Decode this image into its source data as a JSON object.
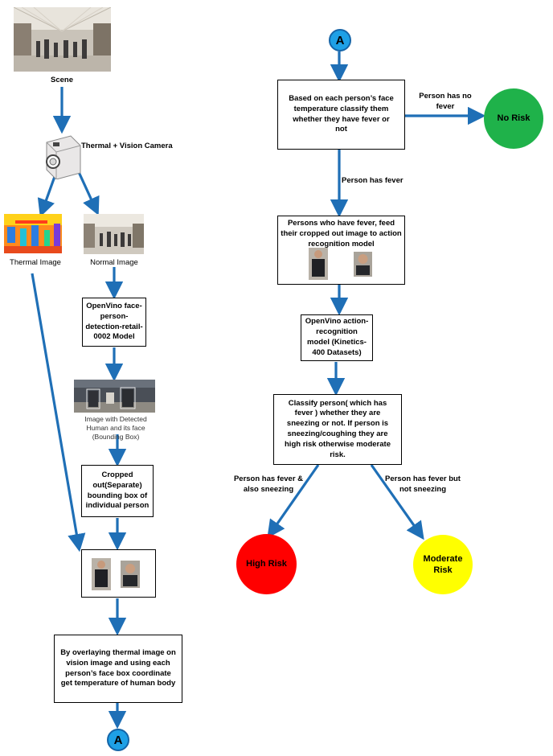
{
  "images": {
    "scene_label": "Scene",
    "camera_label": "Thermal + Vision Camera",
    "thermal_label": "Thermal Image",
    "normal_label": "Normal Image",
    "detected_caption": "Image with Detected Human and its face (Bounding Box)"
  },
  "left_flow": {
    "face_model": "OpenVino face-person-detection-retail-0002 Model",
    "crop_box": "Cropped out(Separate) bounding box of individual person",
    "overlay_box": "By overlaying thermal image on vision image and using  each person’s face box  coordinate get temperature of human body",
    "connector": "A"
  },
  "right_flow": {
    "connector": "A",
    "classify_fever": "Based on each person’s face temperature classify them whether they have fever or not",
    "no_fever_label": "Person has no fever",
    "no_risk": "No Risk",
    "has_fever_label": "Person has fever",
    "feed_action": "Persons who have fever, feed their cropped out image to action recognition model",
    "action_model": "OpenVino action-recognition model (Kinetics-400 Datasets)",
    "classify_sneeze": "Classify person( which has fever ) whether they are sneezing or not. If person is sneezing/coughing they are high risk otherwise moderate risk.",
    "sneezing_label": "Person has fever & also sneezing",
    "not_sneezing_label": "Person has fever but not sneezing",
    "high_risk": "High Risk",
    "moderate_risk": "Moderate Risk"
  },
  "colors": {
    "arrow": "#1f6fb6",
    "no_risk": "#1fb24a",
    "high_risk": "#ff0000",
    "moderate_risk": "#ffff00",
    "connector": "#1ea0e6"
  }
}
